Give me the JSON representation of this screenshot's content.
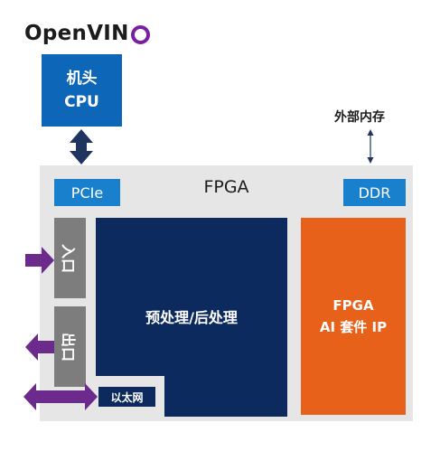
{
  "logo": {
    "text": "OpenVIN",
    "brand_color": "#7a1fa2"
  },
  "host": {
    "line1": "机头",
    "line2": "CPU",
    "color": "#0d66b8"
  },
  "external_memory": "外部内存",
  "fpga": {
    "title": "FPGA",
    "pcie": "PCIe",
    "ddr": "DDR",
    "input_port": "入口",
    "output_port": "出口",
    "processing": "预处理/后处理",
    "ethernet": "以太网",
    "ai_ip": {
      "line1": "FPGA",
      "line2": "AI 套件 IP"
    }
  },
  "colors": {
    "board": "#e6e6e6",
    "interface_blue": "#1880cc",
    "navy": "#0c2a5e",
    "orange": "#e8611a",
    "port_gray": "#7d7d7d",
    "arrow_purple": "#6b2a8c",
    "arrow_navy": "#1f3560"
  }
}
